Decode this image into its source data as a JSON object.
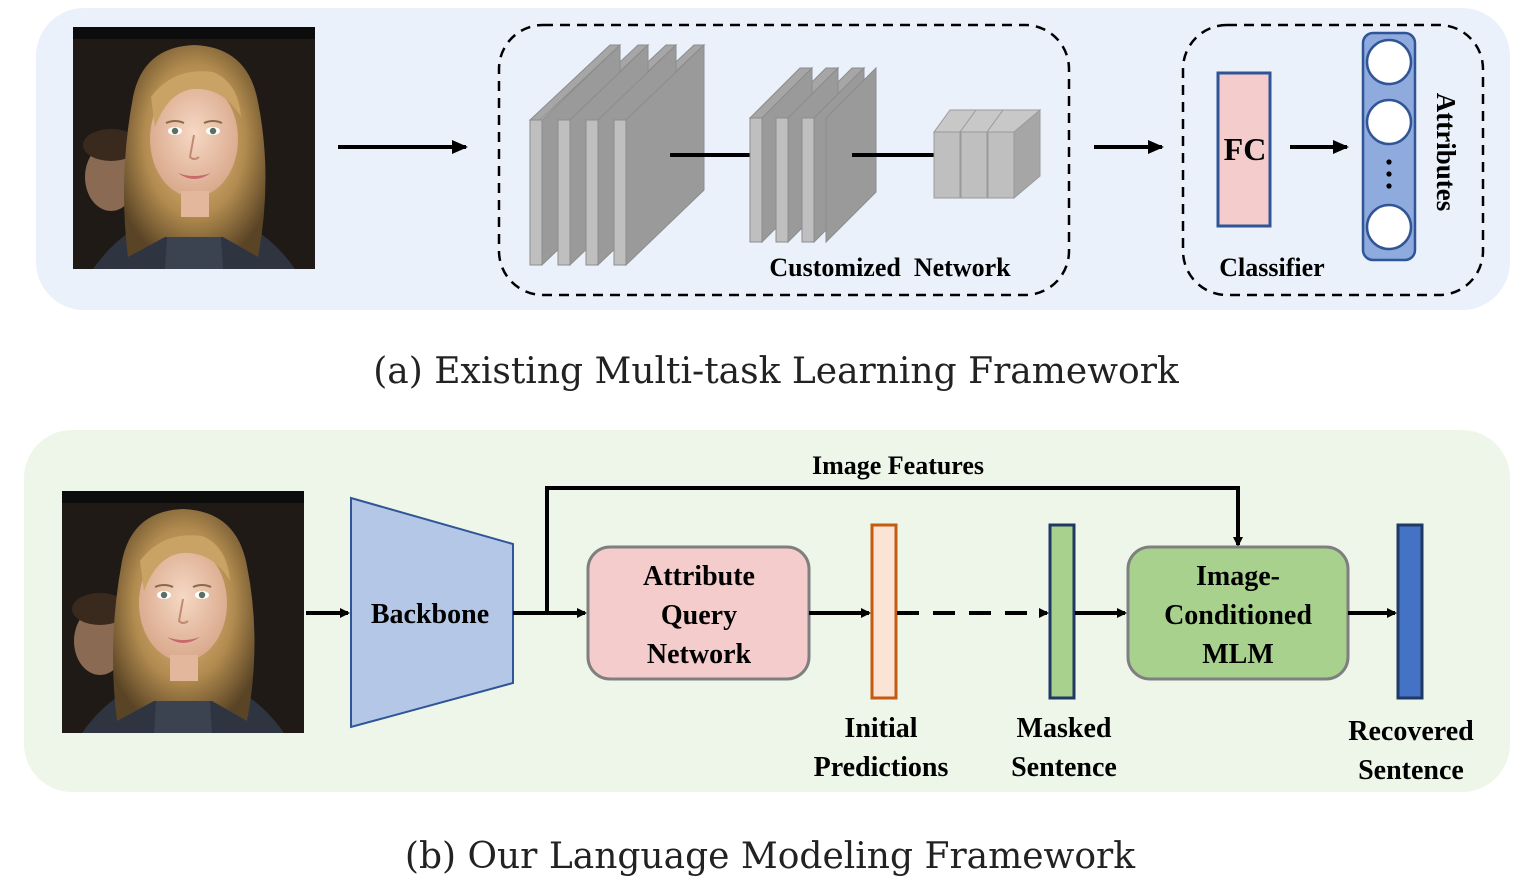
{
  "colors": {
    "panel_a_bg": "#eaf1fb",
    "panel_b_bg": "#eef6e9",
    "backbone_fill": "#b4c7e7",
    "query_fill": "#f4cccc",
    "mlm_fill": "#a9d18e",
    "initial_pred_stroke": "#c55a11",
    "masked_fill": "#a9d18e",
    "recovered_fill": "#4472c4",
    "attributes_fill": "#8faadc",
    "fc_fill": "#f4cccc",
    "fc_stroke": "#2f5597"
  },
  "panel_a": {
    "customized_network_label": "Customized  Network",
    "fc_label": "FC",
    "classifier_label": "Classifier",
    "attributes_label": "Attributes",
    "dots_label": "...",
    "caption": "(a) Existing Multi-task Learning Framework"
  },
  "panel_b": {
    "image_features_label": "Image Features",
    "backbone_label": "Backbone",
    "query_lines": [
      "Attribute",
      "Query",
      "Network"
    ],
    "mlm_lines": [
      "Image-",
      "Conditioned",
      "MLM"
    ],
    "initial_lines": [
      "Initial",
      "Predictions"
    ],
    "masked_lines": [
      "Masked",
      "Sentence"
    ],
    "recovered_lines": [
      "Recovered",
      "Sentence"
    ],
    "caption": "(b) Our Language Modeling Framework"
  },
  "icons": {
    "face_photo_a": "face-photo-icon",
    "face_photo_b": "face-photo-icon"
  }
}
